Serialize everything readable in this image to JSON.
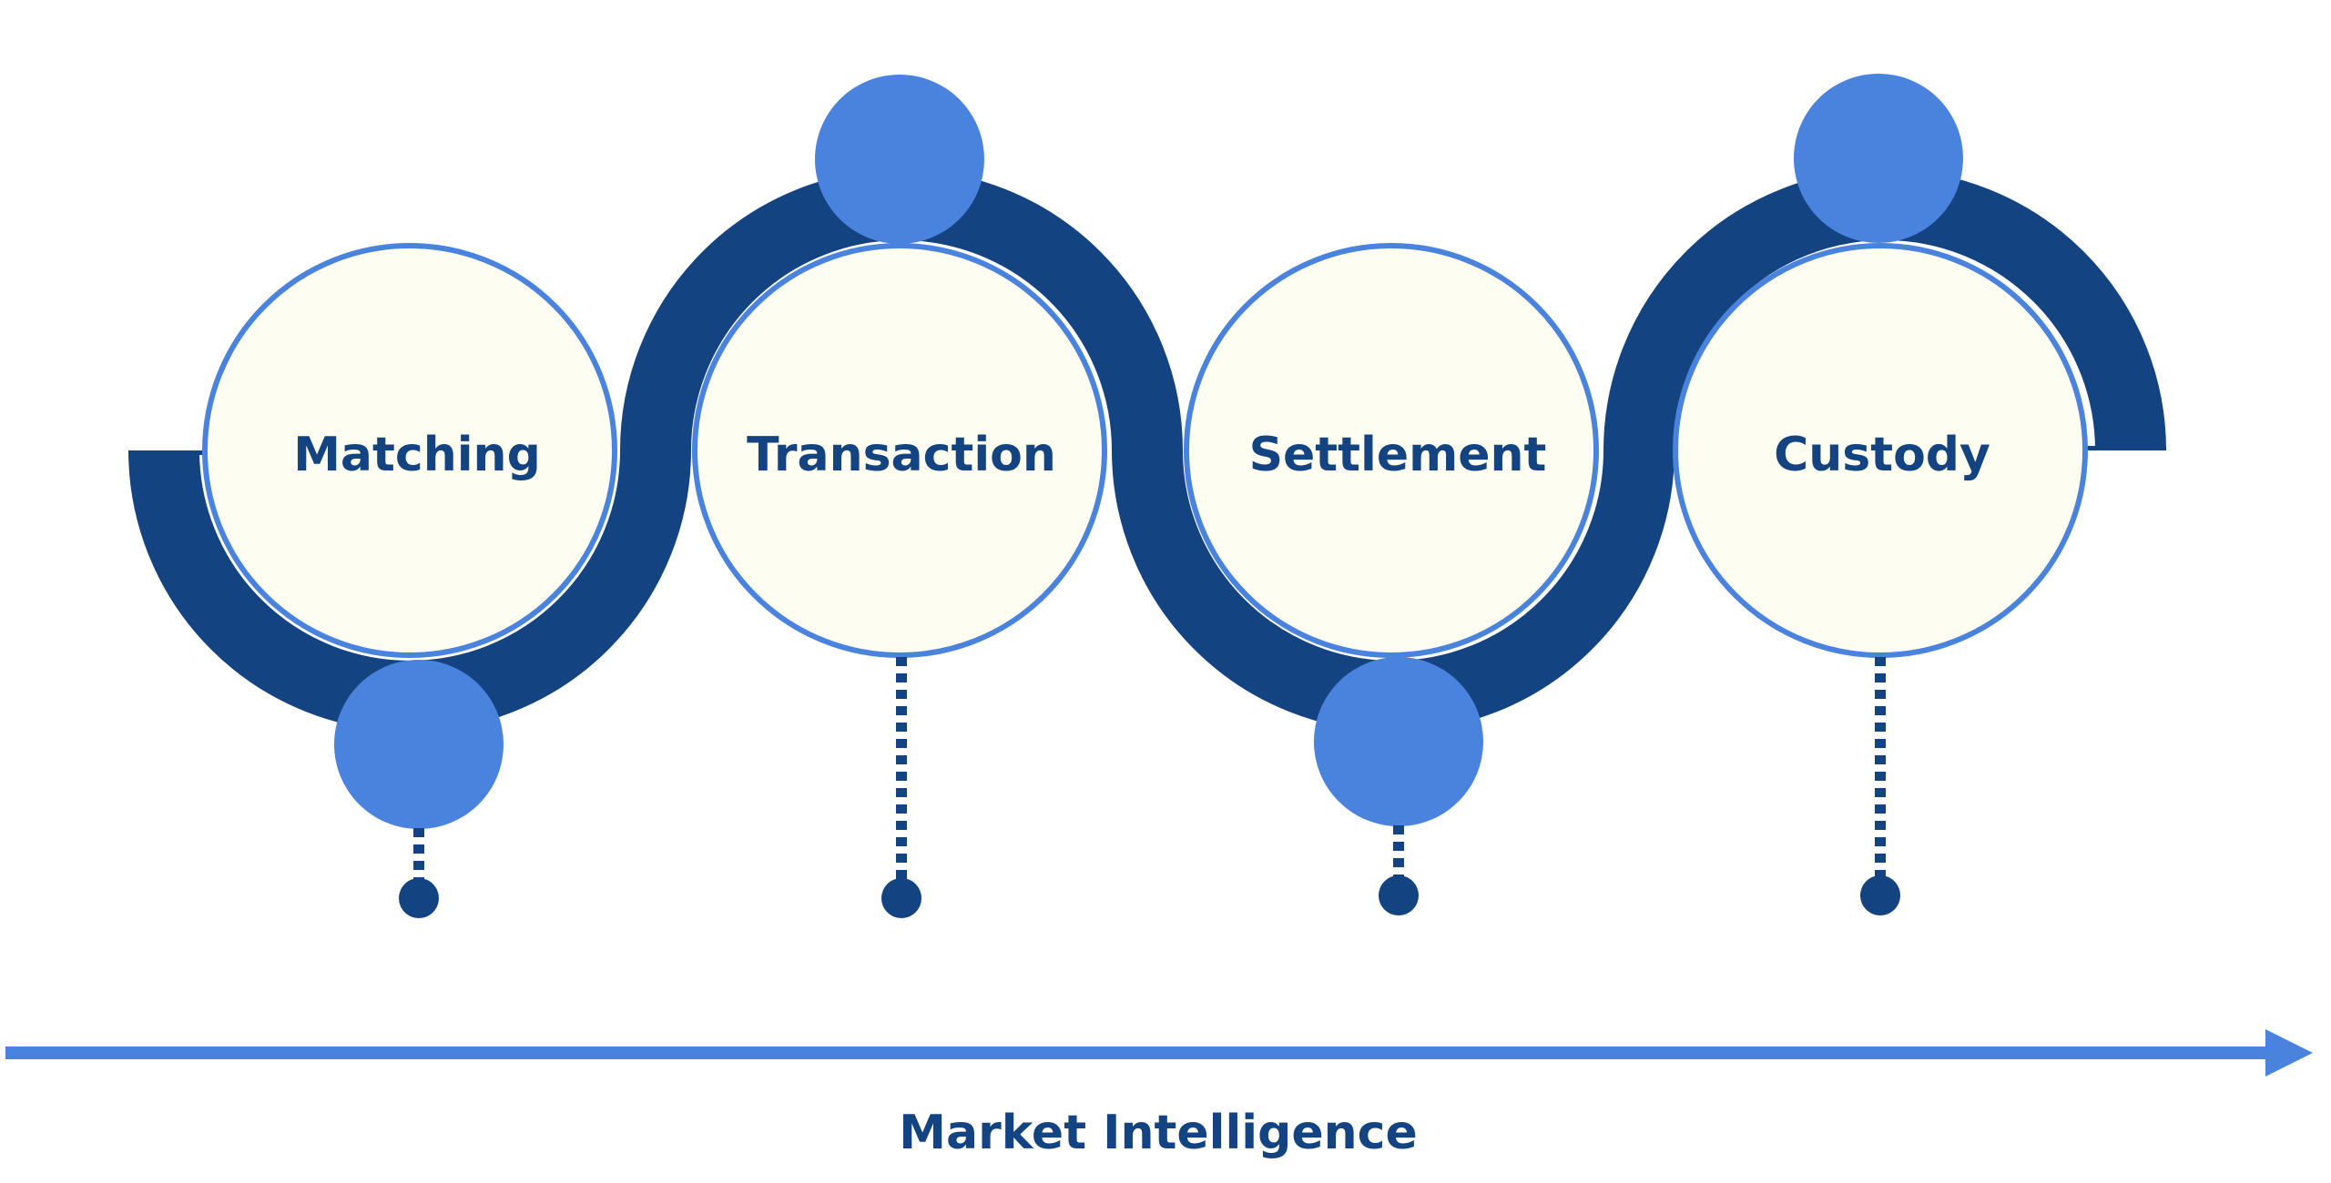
{
  "colors": {
    "dark": "#144382",
    "accent": "#4a83dd",
    "fill": "#fefdf1"
  },
  "stages": [
    {
      "label": "Matching"
    },
    {
      "label": "Transaction"
    },
    {
      "label": "Settlement"
    },
    {
      "label": "Custody"
    }
  ],
  "axis": {
    "label": "Market Intelligence"
  }
}
